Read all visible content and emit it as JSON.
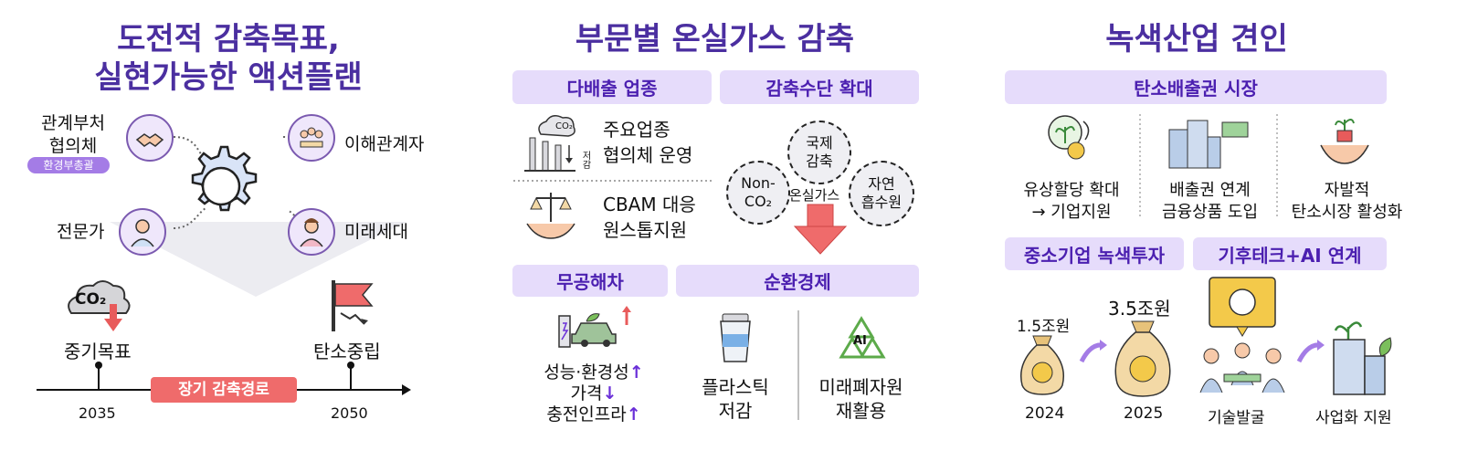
{
  "left": {
    "title_line1": "도전적 감축목표,",
    "title_line2": "실현가능한 액션플랜",
    "stakeholders": {
      "ministries_line1": "관계부처",
      "ministries_line2": "협의체",
      "ministries_badge": "환경부총괄",
      "interested": "이해관계자",
      "experts": "전문가",
      "future": "미래세대"
    },
    "timeline": {
      "midterm_label": "중기목표",
      "neutral_label": "탄소중립",
      "path_label": "장기 감축경로",
      "year_mid": "2035",
      "year_end": "2050",
      "co2_text": "CO₂"
    }
  },
  "middle": {
    "title": "부문별 온실가스 감축",
    "heavy": {
      "header": "다배출 업종",
      "item1_line1": "주요업종",
      "item1_line2": "협의체 운영",
      "item1_icon_text": "CO₂",
      "item1_side_text": "저감",
      "item2_line1": "CBAM 대응",
      "item2_line2": "원스톱지원"
    },
    "means": {
      "header": "감축수단 확대",
      "intl_line1": "국제",
      "intl_line2": "감축",
      "non_co2_line1": "Non-",
      "non_co2_line2": "CO₂",
      "natural_line1": "자연",
      "natural_line2": "흡수원",
      "center": "온실가스"
    },
    "zero_emission": {
      "header": "무공해차",
      "line1": "성능·환경성",
      "line2": "가격",
      "line3": "충전인프라",
      "up": "↑",
      "down": "↓"
    },
    "circular": {
      "header": "순환경제",
      "plastic_line1": "플라스틱",
      "plastic_line2": "저감",
      "future_line1": "미래폐자원",
      "future_line2": "재활용",
      "ai_text": "AI"
    }
  },
  "right": {
    "title": "녹색산업 견인",
    "market": {
      "header": "탄소배출권 시장",
      "item1_line1": "유상할당 확대",
      "item1_line2": "→ 기업지원",
      "item2_line1": "배출권 연계",
      "item2_line2": "금융상품 도입",
      "item3_line1": "자발적",
      "item3_line2": "탄소시장 활성화"
    },
    "sme": {
      "header": "중소기업 녹색투자",
      "amount1": "1.5조원",
      "amount2": "3.5조원",
      "year1": "2024",
      "year2": "2025"
    },
    "tech": {
      "header": "기후테크+AI 연계",
      "item1": "기술발굴",
      "item2": "사업화 지원"
    }
  },
  "colors": {
    "title": "#4b2fa0",
    "header_bg": "#e6dcfb",
    "header_text": "#4b1fb0",
    "path_red": "#ef6b6b",
    "arrow_purple": "#6a2fd8"
  }
}
